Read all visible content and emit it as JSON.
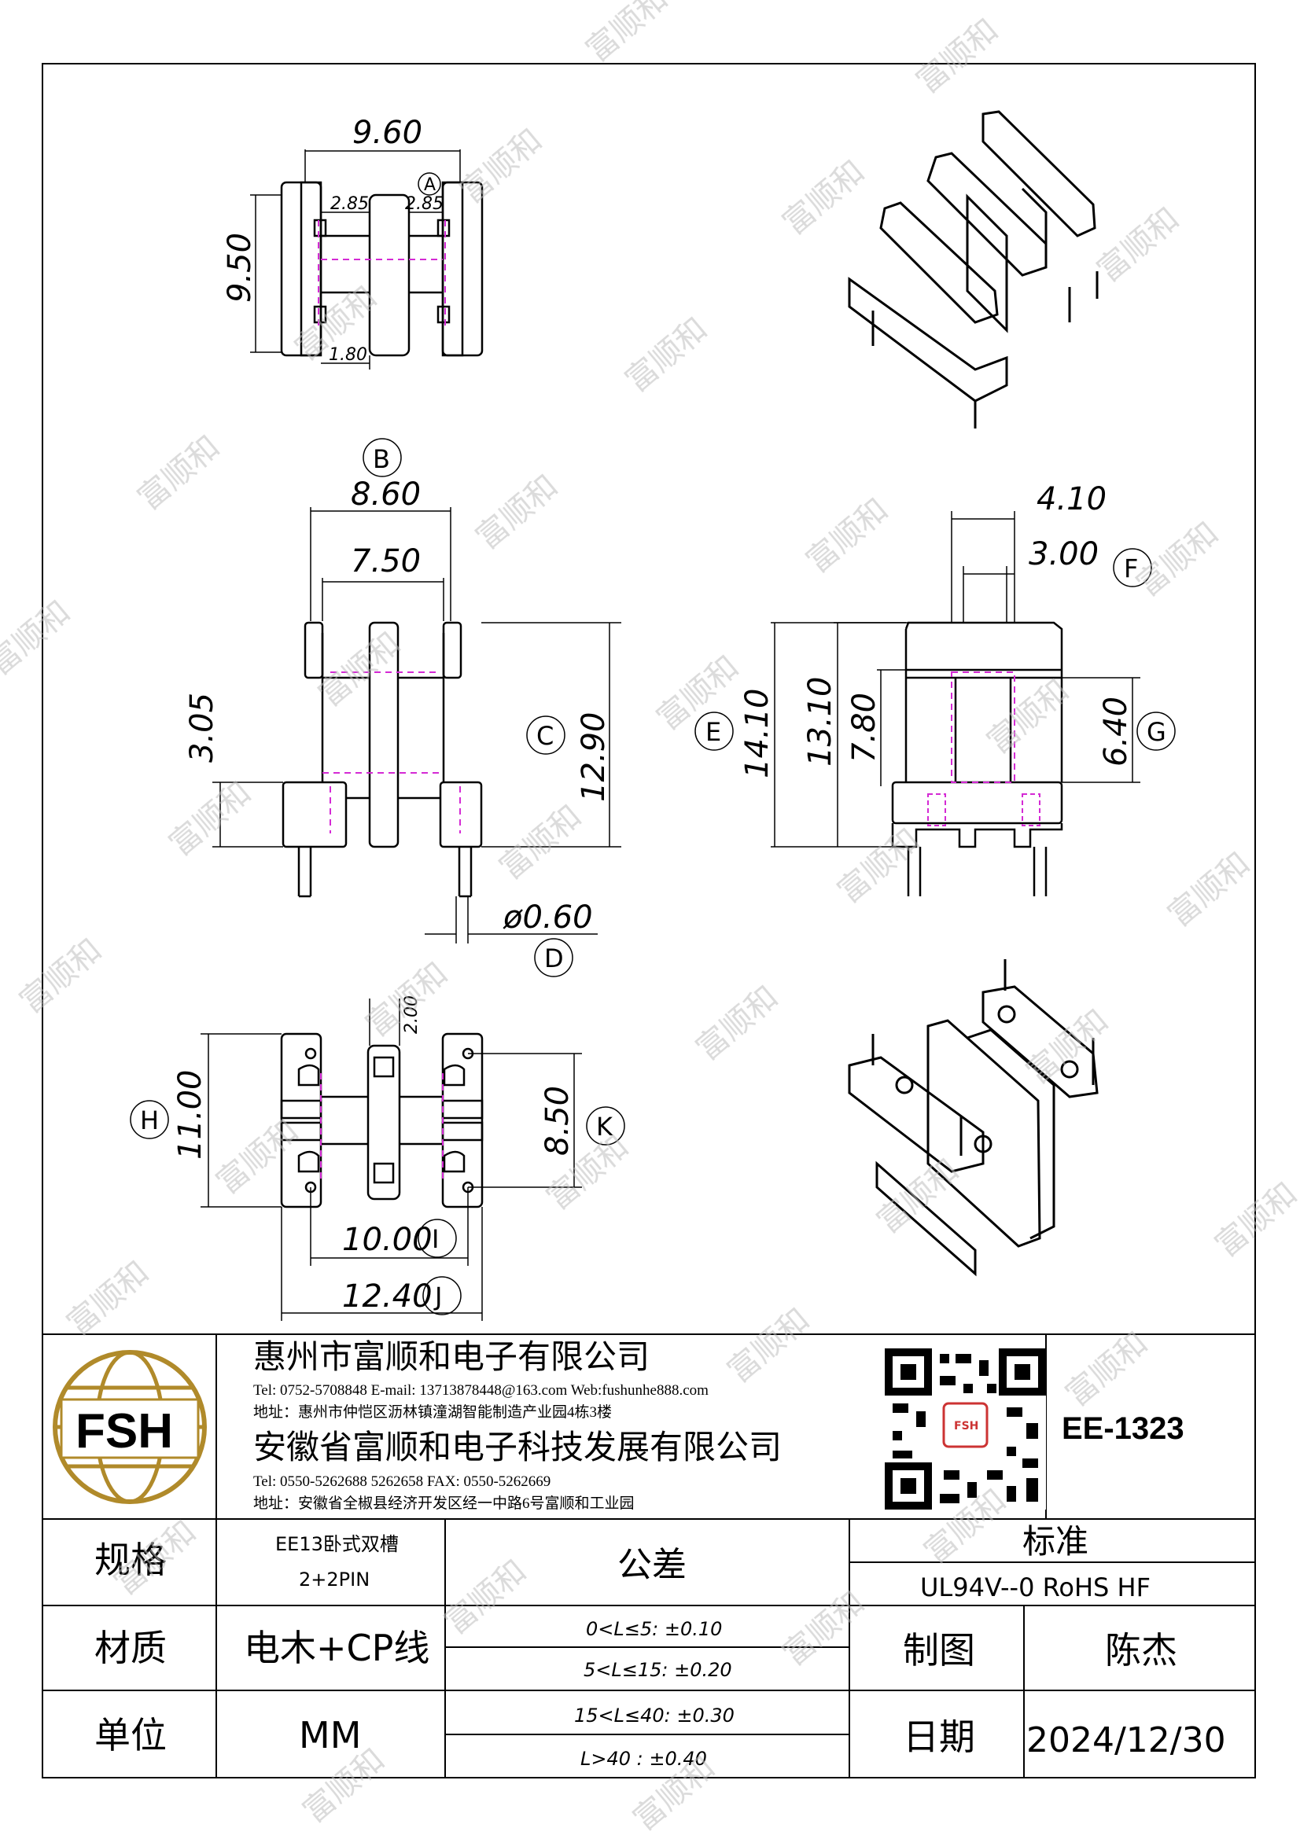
{
  "watermark": "富顺和",
  "drawing": {
    "top_view": {
      "width_total": "9.60",
      "height_total": "9.50",
      "slot_left": "2.85",
      "slot_right": "2.85",
      "center_width": "1.80",
      "callout_a": "A"
    },
    "front_view": {
      "callout_b": "B",
      "width_outer": "8.60",
      "width_inner": "7.50",
      "flange_height": "3.05",
      "height": "12.90",
      "callout_c": "C",
      "pin_diameter": "ø0.60",
      "callout_d": "D"
    },
    "side_view": {
      "depth_outer": "4.10",
      "depth_inner": "3.00",
      "callout_f": "F",
      "callout_e": "E",
      "height_total": "14.10",
      "height_body": "13.10",
      "height_window": "7.80",
      "height_g": "6.40",
      "callout_g": "G"
    },
    "bottom_view": {
      "pin_offset": "2.00",
      "callout_h": "H",
      "height_total": "11.00",
      "pin_pitch_vertical": "8.50",
      "callout_k": "K",
      "pin_pitch": "10.00",
      "callout_i": "I",
      "width_total": "12.40",
      "callout_j": "J"
    }
  },
  "title_block": {
    "logo_text": "FSH",
    "company1": "惠州市富顺和电子有限公司",
    "company1_contact": "Tel: 0752-5708848   E-mail: 13713878448@163.com   Web:fushunhe888.com",
    "company1_address": "地址：惠州市仲恺区沥林镇潼湖智能制造产业园4栋3楼",
    "company2": "安徽省富顺和电子科技发展有限公司",
    "company2_contact": "Tel:   0550-5262688  5262658      FAX:  0550-5262669",
    "company2_address": "地址：安徽省全椒县经济开发区经一中路6号富顺和工业园",
    "qr_label": "FSH",
    "part_number": "EE-1323",
    "spec_label": "规格",
    "spec_value_1": "EE13卧式双槽",
    "spec_value_2": "2+2PIN",
    "tolerance_label": "公差",
    "standard_label": "标准",
    "standard_value": "UL94V--0   RoHS HF",
    "material_label": "材质",
    "material_value": "电木+CP线",
    "unit_label": "单位",
    "unit_value": "MM",
    "tolerances": [
      "0<L≤5: ±0.10",
      "5<L≤15: ±0.20",
      "15<L≤40: ±0.30",
      "L>40 :   ±0.40"
    ],
    "drawn_label": "制图",
    "drawn_value": "陈杰",
    "date_label": "日期",
    "date_value": "2024/12/30"
  }
}
